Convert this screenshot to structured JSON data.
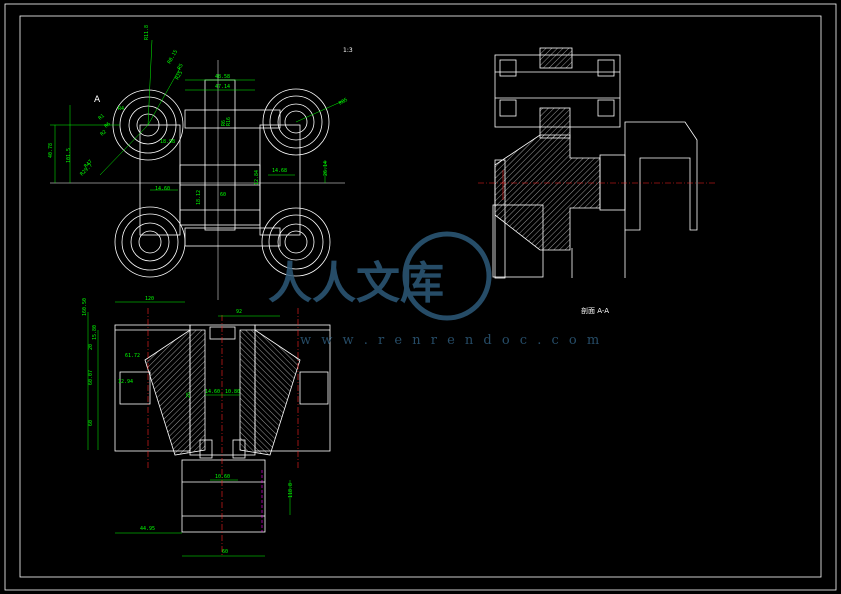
{
  "drawing": {
    "scale_note": "1:3",
    "section_label": "剖面 A-A",
    "view_marker": "A",
    "colors": {
      "background": "#000000",
      "outline": "#ffffff",
      "dimension": "#00ff00",
      "centerline": "#ff2020",
      "hidden": "#ff00ff",
      "watermark": "#2d5a7a"
    }
  },
  "dimensions": {
    "top_view": [
      "R11.8",
      "R8.15",
      "R5",
      "R25",
      "R4",
      "R1",
      "R6",
      "R2",
      "40.78",
      "R47",
      "R29.7",
      "48.58",
      "47.14",
      "R16",
      "R85",
      "18.98",
      "14.60",
      "18.12",
      "R6",
      "14.68",
      "12.84",
      "26.14",
      "60",
      "101.5"
    ],
    "front_view": [
      "120",
      "92",
      "160.50",
      "15.80",
      "20",
      "60.07",
      "14.60",
      "10.80",
      "60",
      "118.8",
      "61.72",
      "12.94",
      "10.60",
      "44.95",
      "60",
      "25"
    ]
  },
  "watermark": {
    "chars": "人人文库",
    "url": "w w w . r e n r e n d o c . c o m"
  }
}
